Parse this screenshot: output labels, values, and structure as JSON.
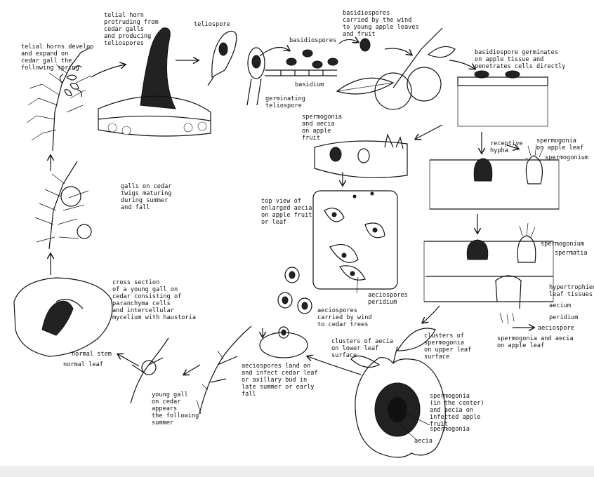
{
  "labels": {
    "telial_horns_develop": "telial horns develop\nand expand on\ncedar gall the\nfollowing spring",
    "telial_horn": "telial horn\nprotruding from\ncedar galls\nand producing\nteliospores",
    "teliospore": "teliospore",
    "basidiospores": "basidiospores",
    "basidium": "basidium",
    "germinating_teliospore": "germinating\nteliospore",
    "basidiospores_carried": "basidiospores\ncarried by the wind\nto young apple leaves\nand fruit",
    "basidiospore_germinates": "basidiospore germinates\non apple tissue and\npenetrates cells directly",
    "spermogonia_aecia_fruit": "spermogonia\nand aecia\non apple\nfruit",
    "receptive_hypha": "receptive\nhypha",
    "spermogonia_apple_leaf": "spermogonia\non apple leaf",
    "spermogonium_1": "spermogonium",
    "galls_on_cedar": "galls on cedar\ntwigs maturing\nduring summer\nand fall",
    "top_view_aecia": "top view of\nenlarged aecia\non apple fruit\nor leaf",
    "spermogonium_2": "spermogonium",
    "spermatia": "spermatia",
    "hypertrophied": "hypertrophied\nleaf tissues",
    "aecium": "aecium",
    "peridium_right": "peridium",
    "aeciospore": "aeciospore",
    "spermogonia_aecia_leaf": "spermogonia and aecia\non apple leaf",
    "aeciospores_peridium": "aeciospores\nperidium",
    "cross_section": "cross section\nof a young gall on\ncedar consisting of\nparanchyma cells\nand intercellular\nmycelium with haustoria",
    "aeciospores_carried": "aeciospores\ncarried by wind\nto cedar trees",
    "clusters_lower": "clusters of aecia\non lower leaf\nsurface",
    "clusters_upper": "clusters of\nspermogonia\non upper leaf\nsurface",
    "normal_stem": "normal stem",
    "normal_leaf": "normal leaf",
    "aeciospores_land": "aeciospores land on\nand infect cedar leaf\nor axillary bud in\nlate summer or early\nfall",
    "young_gall": "young gall\non cedar\nappears\nthe following\nsummer",
    "spermogonia_center": "spermogonia\n(in the center)\nand aecia on\ninfected apple\nfruit",
    "spermogonia_bottom": "spermogonia",
    "aecia_bottom": "aecia"
  }
}
